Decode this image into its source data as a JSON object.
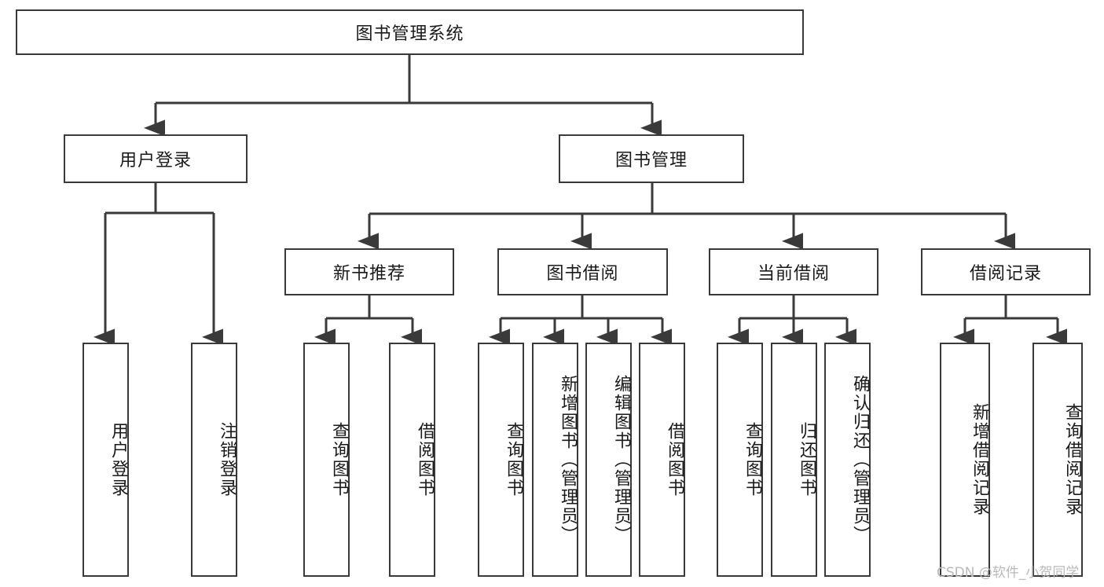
{
  "diagram": {
    "title": "图书管理系统",
    "type": "tree",
    "orientation": "top-down",
    "colors": {
      "node_border": "#3a3a3a",
      "node_fill": "#ffffff",
      "edge": "#3a3a3a",
      "text": "#1a1a1a",
      "watermark": "#b9b9b9",
      "background": "#ffffff"
    },
    "root": {
      "label": "图书管理系统"
    },
    "level2": [
      {
        "label": "用户登录"
      },
      {
        "label": "图书管理"
      }
    ],
    "level3": [
      {
        "label": "新书推荐"
      },
      {
        "label": "图书借阅"
      },
      {
        "label": "当前借阅"
      },
      {
        "label": "借阅记录"
      }
    ],
    "leaves": {
      "user_login": [
        {
          "label": "用户登录"
        },
        {
          "label": "注销登录"
        }
      ],
      "new_book": [
        {
          "label": "查询图书"
        },
        {
          "label": "借阅图书"
        }
      ],
      "book_borrow": [
        {
          "label": "查询图书"
        },
        {
          "label": "新增图书（管理员）"
        },
        {
          "label": "编辑图书（管理员）"
        },
        {
          "label": "借阅图书"
        }
      ],
      "current_borrow": [
        {
          "label": "查询图书"
        },
        {
          "label": "归还图书"
        },
        {
          "label": "确认归还（管理员）"
        }
      ],
      "borrow_record": [
        {
          "label": "新增借阅记录"
        },
        {
          "label": "查询借阅记录"
        }
      ]
    }
  },
  "watermark": {
    "text": "CSDN @软件_小贺同学"
  }
}
